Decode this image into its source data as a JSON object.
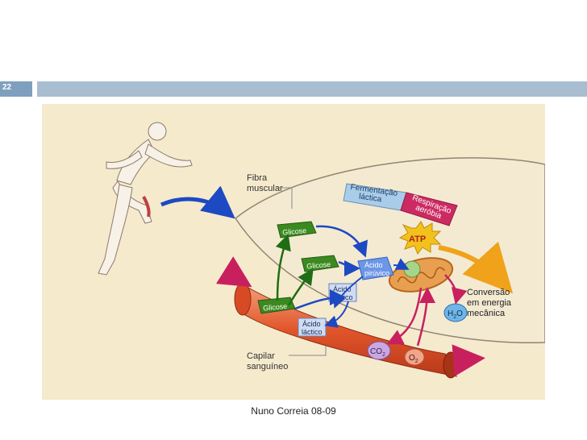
{
  "slide": {
    "number": "22",
    "footer": "Nuno Correia 08-09"
  },
  "colors": {
    "header_bar": "#a9bdd0",
    "number_box": "#7f9fbe",
    "figure_bg": "#f6eacd",
    "glucose": "#3b8a1f",
    "pyruvic": "#2f63c9",
    "capillary": "#e0562a"
  },
  "diagram": {
    "fiber_label_1": "Fibra",
    "fiber_label_2": "muscular",
    "fermentation_1": "Fermentação",
    "fermentation_2": "láctica",
    "respiration_1": "Respiração",
    "respiration_2": "aeróbia",
    "atp": "ATP",
    "glucose_1": "Glicose",
    "glucose_2": "Glicose",
    "glucose_3": "Glicose",
    "pyruvic_1": "Ácido",
    "pyruvic_2": "pirúvico",
    "lactic_a1": "Ácido",
    "lactic_a2": "láctico",
    "lactic_b1": "Ácido",
    "lactic_b2": "láctico",
    "conversion_1": "Conversão",
    "conversion_2": "em energia",
    "conversion_3": "mecânica",
    "h2o_main": "H",
    "h2o_sub": "2",
    "h2o_end": "O",
    "co2_main": "CO",
    "co2_sub": "2",
    "o2_main": "O",
    "o2_sub": "2",
    "capillary_1": "Capilar",
    "capillary_2": "sanguíneo"
  }
}
